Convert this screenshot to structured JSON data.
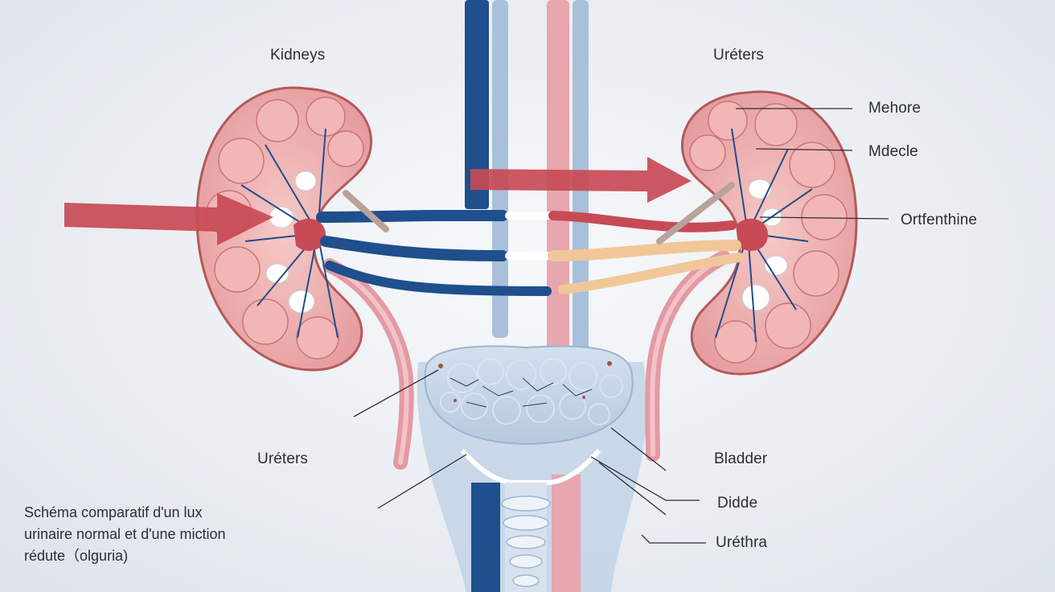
{
  "labels": {
    "kidneys": "Kidneys",
    "ureters_top": "Uréters",
    "membrane": "Mehore",
    "muscle": "Mdecle",
    "ortenthine": "Ortfenthine",
    "ureters_bottom": "Uréters",
    "bladder": "Bladder",
    "didde": "Didde",
    "urethra": "Uréthra"
  },
  "caption": {
    "line1": "Schéma comparatif d'un lux",
    "line2": "urinaire normal et d'une miction",
    "line3": "rédute（olguria)"
  },
  "colors": {
    "artery": "#c84a55",
    "vein": "#1f4f8c",
    "kidney": "#e8a2a4",
    "kidney_outline": "#b35a5a",
    "bladder": "#bfd0e4",
    "urine": "#f1c79a",
    "vessel_light": "#a9c0da",
    "vessel_pink": "#e8a6ae"
  }
}
